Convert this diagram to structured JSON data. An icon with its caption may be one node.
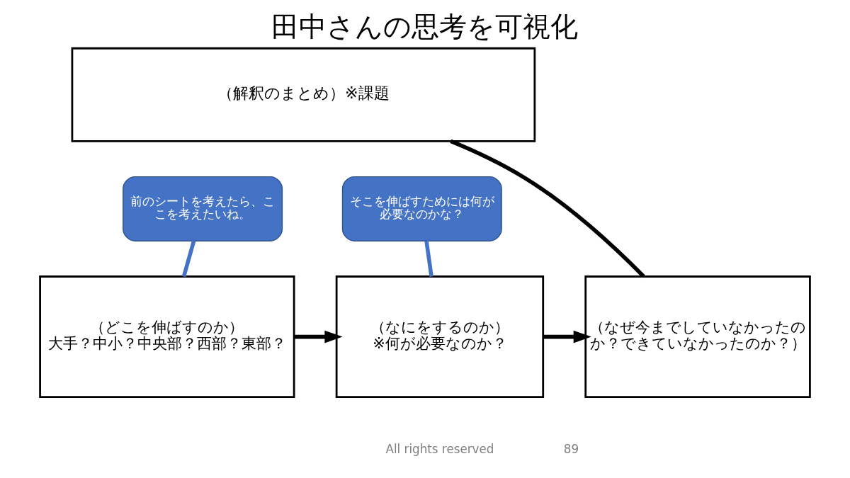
{
  "diagram": {
    "title": "田中さんの思考を可視化",
    "nodes": [
      {
        "text": [
          "（解釈のまとめ）※課題"
        ]
      },
      {
        "text": [
          "前のシートを考えたら、ここを考えたいね。"
        ]
      },
      {
        "text": [
          "そこを伸ばすためには何が必要なのかな？"
        ]
      },
      {
        "text": [
          "（どこを伸ばすのか）",
          "大手？中小？中央部？西部？東部？"
        ]
      },
      {
        "text": [
          "（なにをするのか）",
          "※何が必要なのか？"
        ]
      },
      {
        "text": [
          "（なぜ今までしていなかったのか？できていなかったのか？）"
        ]
      }
    ],
    "edges": [
      {
        "from": 1,
        "to": 3,
        "arrow": "none",
        "color": "#4472c4"
      },
      {
        "from": 2,
        "to": 4,
        "arrow": "none",
        "color": "#4472c4"
      },
      {
        "from": 3,
        "to": 4,
        "arrow": "to"
      },
      {
        "from": 4,
        "to": 5,
        "arrow": "to"
      },
      {
        "from": 5,
        "to": 0,
        "arrow": "none"
      }
    ],
    "labels": [
      "All rights reserved",
      "89"
    ]
  }
}
